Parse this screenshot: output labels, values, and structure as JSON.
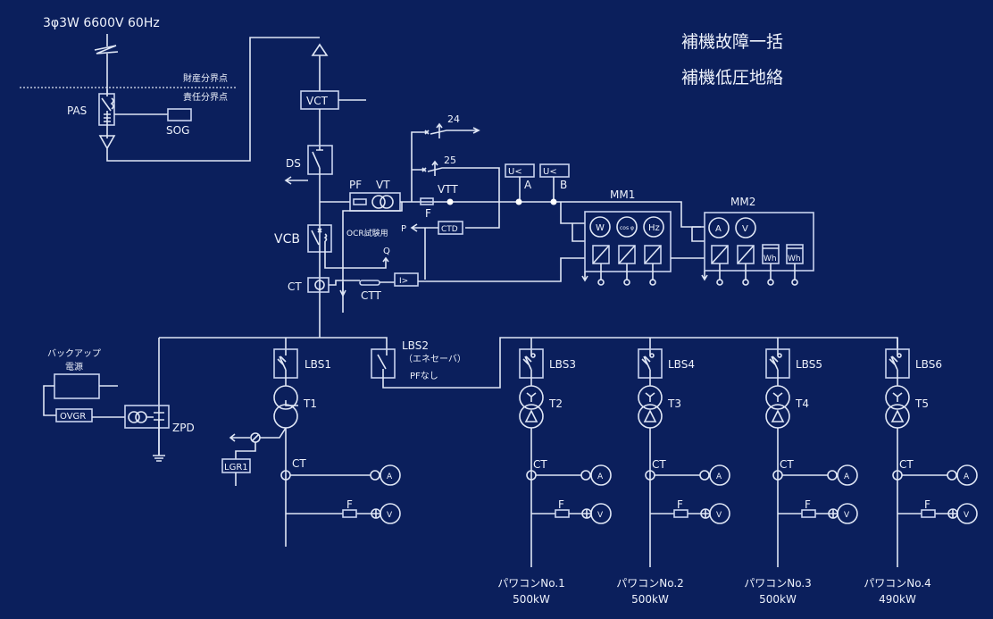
{
  "colors": {
    "background": "#0b1f5c",
    "line": "#dfe6f5"
  },
  "supply": {
    "label": "3φ3W 6600V 60Hz"
  },
  "boundary": {
    "property": "財産分界点",
    "responsibility": "責任分界点"
  },
  "alarms": {
    "line1": "補機故障一括",
    "line2": "補機低圧地絡"
  },
  "main": {
    "pas": "PAS",
    "sog": "SOG",
    "vct": "VCT",
    "ds": "DS",
    "pf": "PF",
    "vt": "VT",
    "vtt": "VTT",
    "fuse": "F",
    "vcb": "VCB",
    "ocr_test": "OCR試験用",
    "p": "P",
    "q": "Q",
    "ctd": "CTD",
    "ct": "CT",
    "ctt": "CTT",
    "relay": "I>",
    "branch24": "24",
    "branch25": "25",
    "uv_relays": [
      {
        "symbol": "U<",
        "label": "A"
      },
      {
        "symbol": "U<",
        "label": "B"
      }
    ]
  },
  "mm1": {
    "label": "MM1",
    "meters": [
      "W",
      "cos φ",
      "Hz"
    ]
  },
  "mm2": {
    "label": "MM2",
    "meters": [
      "A",
      "V"
    ],
    "wh_meters": [
      "Wh",
      "Wh"
    ]
  },
  "zpd": {
    "label": "ZPD",
    "ovgr": "OVGR",
    "backup_line1": "バックアップ",
    "backup_line2": "電源"
  },
  "lbs1": {
    "label": "LBS1",
    "transformer": "T1",
    "lgr": "LGR1",
    "ct": "CT",
    "fuse": "F",
    "ammeter": "A",
    "voltmeter": "V"
  },
  "lbs2": {
    "label": "LBS2",
    "note1": "（エネセーバ）",
    "note2": "PFなし"
  },
  "feeders": [
    {
      "lbs": "LBS3",
      "transformer": "T2",
      "ct": "CT",
      "fuse": "F",
      "ammeter": "A",
      "voltmeter": "V",
      "name": "パワコンNo.1",
      "capacity": "500kW"
    },
    {
      "lbs": "LBS4",
      "transformer": "T3",
      "ct": "CT",
      "fuse": "F",
      "ammeter": "A",
      "voltmeter": "V",
      "name": "パワコンNo.2",
      "capacity": "500kW"
    },
    {
      "lbs": "LBS5",
      "transformer": "T4",
      "ct": "CT",
      "fuse": "F",
      "ammeter": "A",
      "voltmeter": "V",
      "name": "パワコンNo.3",
      "capacity": "500kW"
    },
    {
      "lbs": "LBS6",
      "transformer": "T5",
      "ct": "CT",
      "fuse": "F",
      "ammeter": "A",
      "voltmeter": "V",
      "name": "パワコンNo.4",
      "capacity": "490kW"
    }
  ]
}
